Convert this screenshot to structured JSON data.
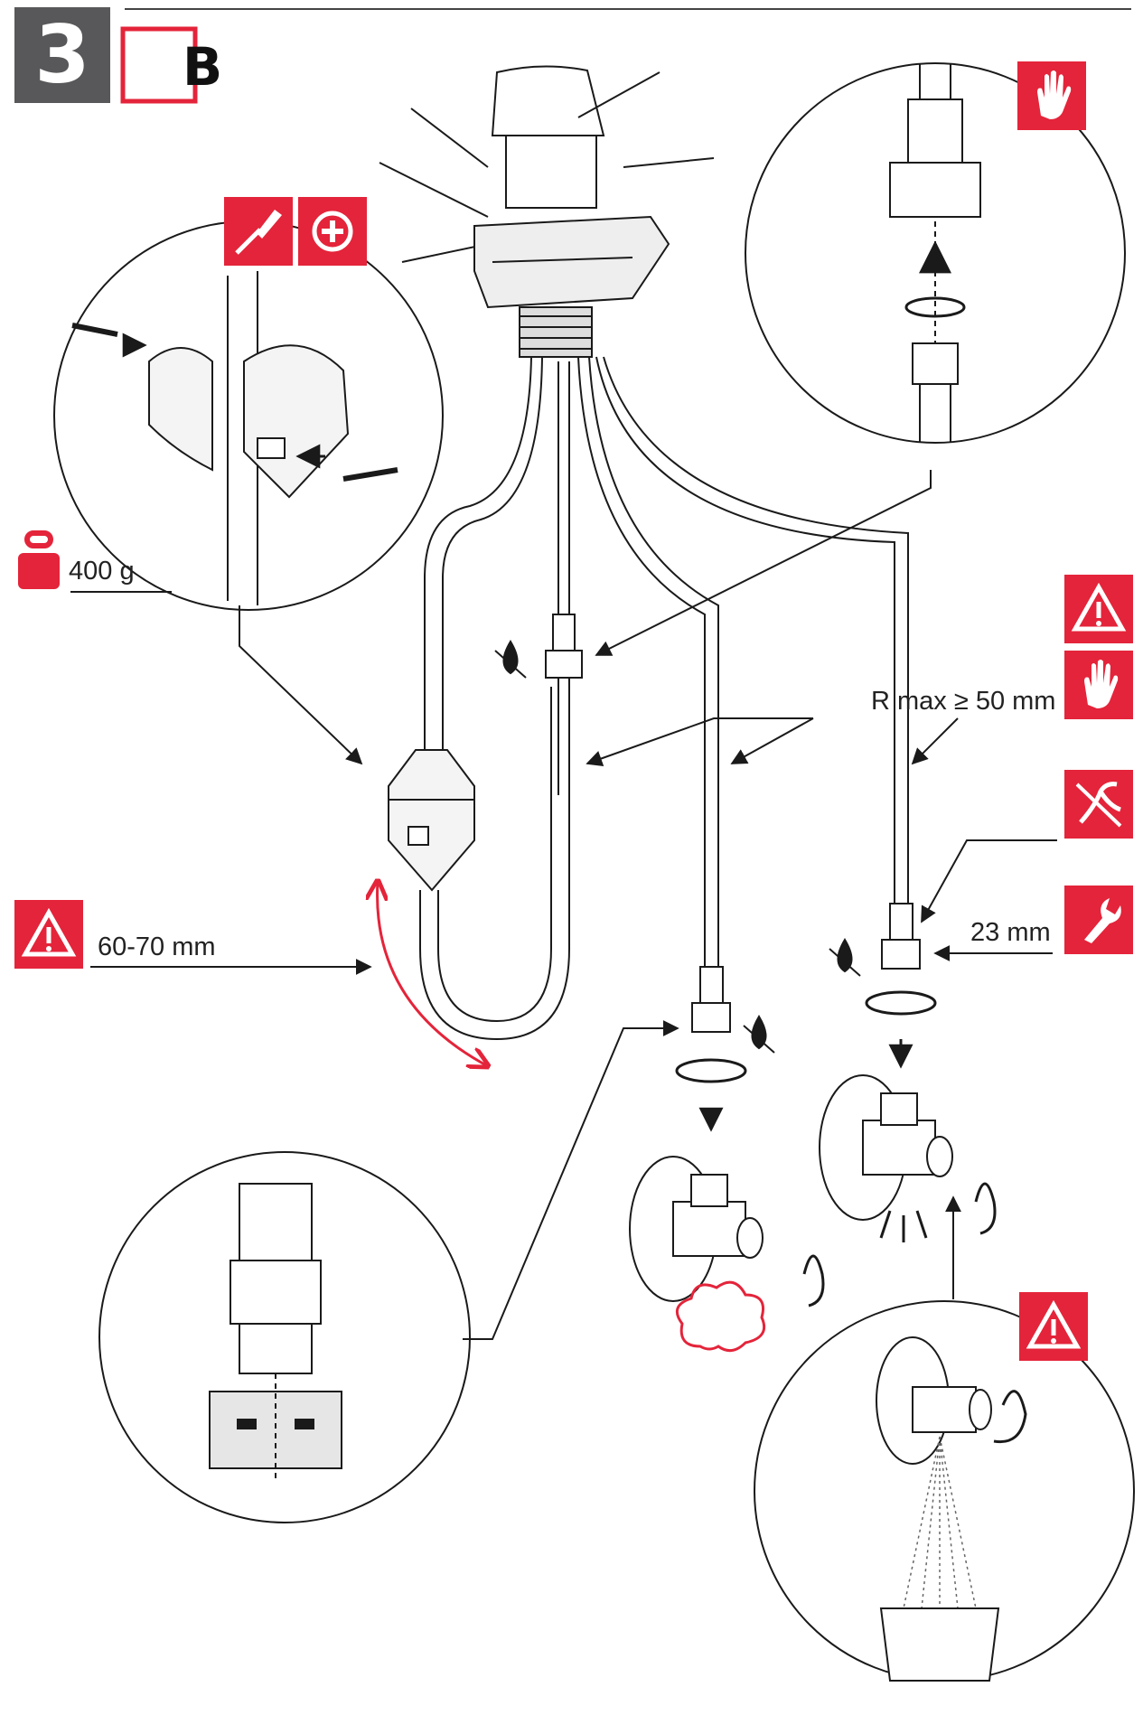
{
  "header": {
    "step_number": "3",
    "variant_letter": "B"
  },
  "labels": {
    "weight": "400 g",
    "bend_radius": "R max ≥ 50 mm",
    "distance": "60-70 mm",
    "wrench_size": "23 mm"
  },
  "colors": {
    "accent": "#e4243a",
    "step_box": "#58585a",
    "line": "#1a1a1a"
  },
  "icons": {
    "screwdriver_badge": "screwdriver-icon",
    "phillips_badge": "phillips-screw-icon",
    "hand_badge": "hand-icon",
    "warning_badge": "warning-icon",
    "no_pliers_badge": "no-pliers-icon",
    "wrench_badge": "wrench-icon",
    "no_drip": "no-drip-icon",
    "weight": "weight-icon"
  }
}
